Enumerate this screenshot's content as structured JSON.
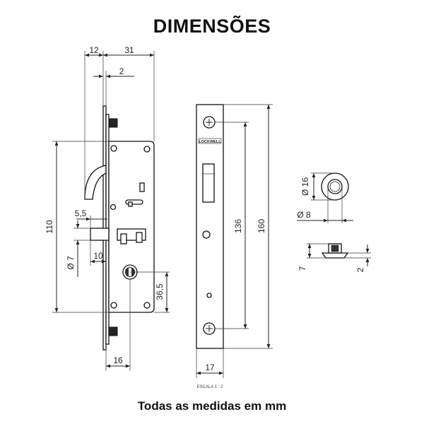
{
  "title": "DIMENSÕES",
  "footer": "Todas as medidas em mm",
  "scale_note": "ESCALA 1 : 2",
  "logo_text": "LOCKWELL",
  "dimensions": {
    "d12": "12",
    "d31": "31",
    "d2_top": "2",
    "d5_5": "5,5",
    "d110": "110",
    "d7_dia": "Ø 7",
    "d10": "10",
    "d36_5": "36,5",
    "d16_bottom": "16",
    "d136": "136",
    "d160": "160",
    "d17": "17",
    "d16_dia": "Ø 16",
    "d8_dia": "Ø 8",
    "d7_side": "7",
    "d2_side": "2"
  },
  "colors": {
    "line": "#222222",
    "background": "#ffffff"
  }
}
